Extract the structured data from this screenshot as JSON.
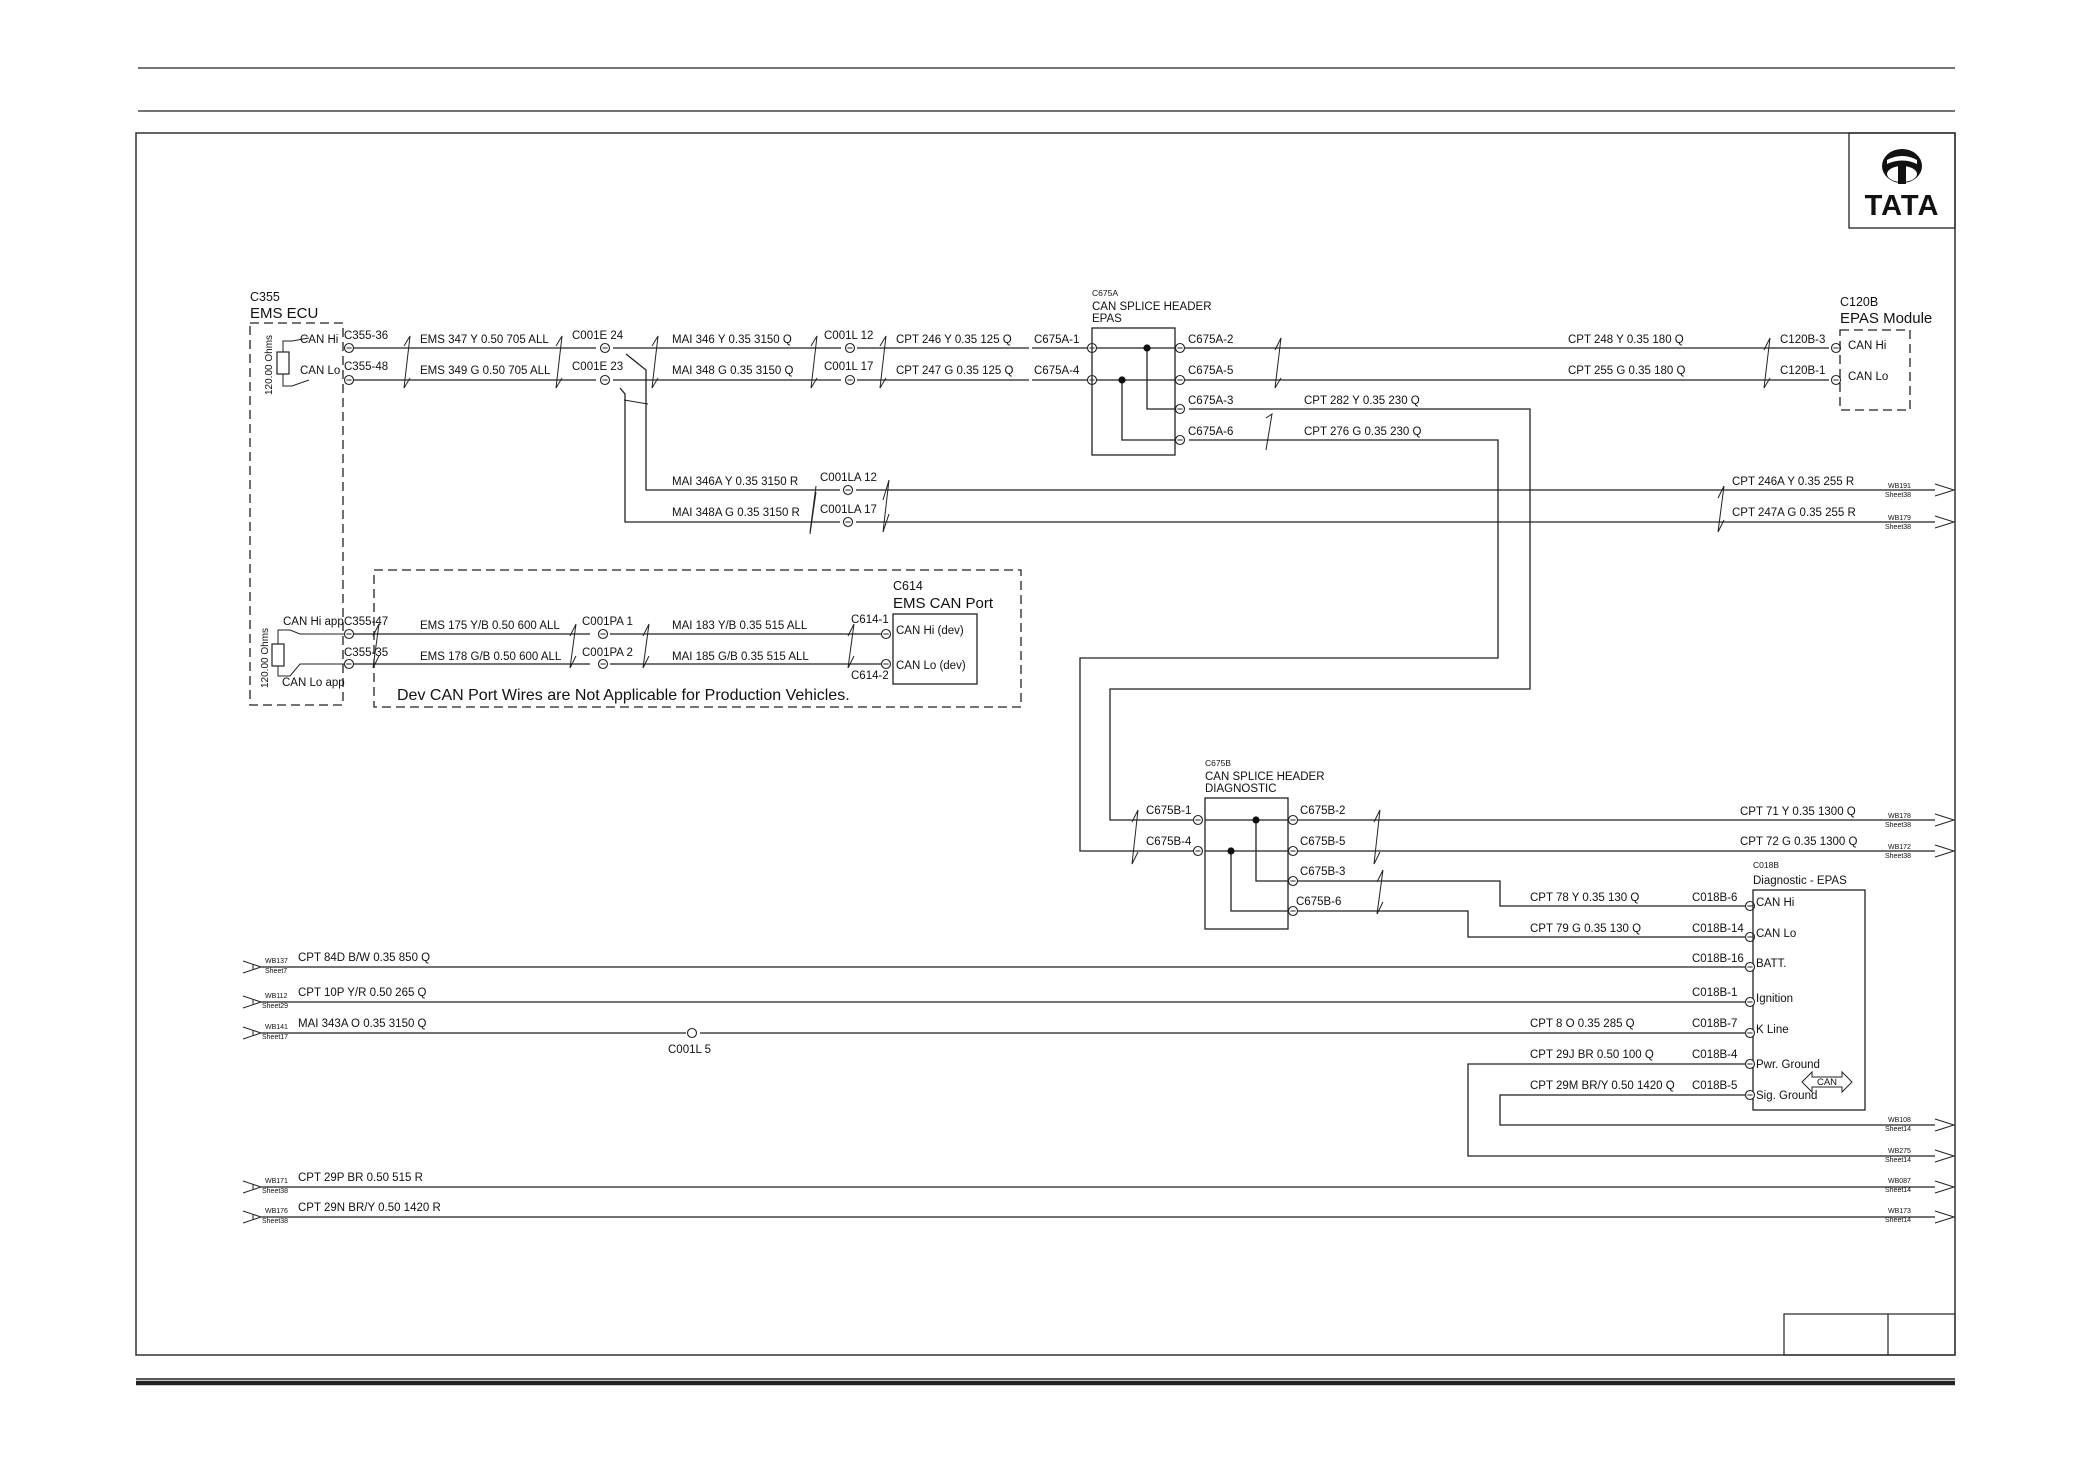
{
  "brand": {
    "name": "TATA"
  },
  "ems_ecu": {
    "id": "C355",
    "name": "EMS ECU",
    "resistor_top": "120.00 Ohms",
    "resistor_bottom": "120.00 Ohms",
    "pins": {
      "can_hi": "CAN Hi",
      "can_lo": "CAN Lo",
      "can_hi_app": "CAN Hi app",
      "can_lo_app": "CAN Lo app"
    },
    "terminals": {
      "t36": "C355-36",
      "t48": "C355-48",
      "t47": "C355-47",
      "t35": "C355-35"
    }
  },
  "connectors": {
    "c001e_24": "C001E 24",
    "c001e_23": "C001E 23",
    "c001l_12": "C001L 12",
    "c001l_17": "C001L 17",
    "c001la_12": "C001LA 12",
    "c001la_17": "C001LA 17",
    "c001pa_1": "C001PA 1",
    "c001pa_2": "C001PA 2",
    "c001l_5": "C001L 5"
  },
  "wires": {
    "w347": "EMS 347 Y 0.50 705 ALL",
    "w349": "EMS 349 G 0.50 705 ALL",
    "w346": "MAI 346 Y 0.35 3150 Q",
    "w348": "MAI 348 G 0.35 3150 Q",
    "w246": "CPT 246 Y 0.35 125 Q",
    "w247": "CPT 247 G 0.35 125 Q",
    "w248": "CPT 248 Y 0.35 180 Q",
    "w255": "CPT 255 G 0.35 180 Q",
    "w282": "CPT 282 Y 0.35 230 Q",
    "w276": "CPT 276 G 0.35 230 Q",
    "w346a": "MAI 346A Y 0.35 3150 R",
    "w348a": "MAI 348A G 0.35 3150 R",
    "w246a": "CPT 246A Y 0.35 255 R",
    "w247a": "CPT 247A G 0.35 255 R",
    "w175": "EMS 175 Y/B 0.50 600 ALL",
    "w178": "EMS 178 G/B 0.50 600 ALL",
    "w183": "MAI 183 Y/B 0.35 515 ALL",
    "w185": "MAI 185 G/B 0.35 515 ALL",
    "w71": "CPT 71 Y 0.35 1300 Q",
    "w72": "CPT 72 G 0.35 1300 Q",
    "w78": "CPT 78 Y 0.35 130 Q",
    "w79": "CPT 79 G 0.35 130 Q",
    "w84d": "CPT 84D B/W 0.35 850 Q",
    "w10p": "CPT 10P Y/R 0.50 265 Q",
    "w343a": "MAI 343A O 0.35 3150 Q",
    "w8": "CPT 8 O 0.35 285 Q",
    "w29j": "CPT 29J BR 0.50 100 Q",
    "w29m": "CPT 29M BR/Y 0.50 1420 Q",
    "w29p": "CPT 29P BR 0.50 515 R",
    "w29n": "CPT 29N BR/Y 0.50 1420 R"
  },
  "splice_a": {
    "id": "C675A",
    "title": "CAN SPLICE HEADER",
    "sub": "EPAS",
    "pins": {
      "p1": "C675A-1",
      "p4": "C675A-4",
      "p2": "C675A-2",
      "p5": "C675A-5",
      "p3": "C675A-3",
      "p6": "C675A-6"
    }
  },
  "splice_b": {
    "id": "C675B",
    "title": "CAN SPLICE HEADER",
    "sub": "DIAGNOSTIC",
    "pins": {
      "p1": "C675B-1",
      "p4": "C675B-4",
      "p2": "C675B-2",
      "p5": "C675B-5",
      "p3": "C675B-3",
      "p6": "C675B-6"
    }
  },
  "epas": {
    "id": "C120B",
    "name": "EPAS Module",
    "can_hi": "CAN Hi",
    "can_lo": "CAN Lo",
    "t3": "C120B-3",
    "t1": "C120B-1"
  },
  "ems_can_port": {
    "id": "C614",
    "name": "EMS CAN Port",
    "can_hi": "CAN Hi (dev)",
    "can_lo": "CAN Lo (dev)",
    "t1": "C614-1",
    "t2": "C614-2",
    "note": "Dev CAN Port Wires are Not Applicable for Production Vehicles."
  },
  "diag": {
    "id": "C018B",
    "name": "Diagnostic - EPAS",
    "can_badge": "CAN",
    "pins": {
      "can_hi": "CAN Hi",
      "can_lo": "CAN Lo",
      "batt": "BATT.",
      "ign": "Ignition",
      "kline": "K Line",
      "pwr": "Pwr. Ground",
      "sig": "Sig. Ground"
    },
    "terminals": {
      "t6": "C018B-6",
      "t14": "C018B-14",
      "t16": "C018B-16",
      "t1": "C018B-1",
      "t7": "C018B-7",
      "t4": "C018B-4",
      "t5": "C018B-5"
    }
  },
  "refs": {
    "wb191": {
      "code": "WB191",
      "sheet": "Sheet38"
    },
    "wb179": {
      "code": "WB179",
      "sheet": "Sheet38"
    },
    "wb178": {
      "code": "WB178",
      "sheet": "Sheet38"
    },
    "wb172": {
      "code": "WB172",
      "sheet": "Sheet38"
    },
    "wb137": {
      "code": "WB137",
      "sheet": "Sheet7"
    },
    "wb112": {
      "code": "WB112",
      "sheet": "Sheet29"
    },
    "wb141": {
      "code": "WB141",
      "sheet": "Sheet17"
    },
    "wb108": {
      "code": "WB108",
      "sheet": "Sheet14"
    },
    "wb275": {
      "code": "WB275",
      "sheet": "Sheet14"
    },
    "wb171": {
      "code": "WB171",
      "sheet": "Sheet38"
    },
    "wb087": {
      "code": "WB087",
      "sheet": "Sheet14"
    },
    "wb176": {
      "code": "WB176",
      "sheet": "Sheet38"
    },
    "wb173": {
      "code": "WB173",
      "sheet": "Sheet14"
    }
  }
}
